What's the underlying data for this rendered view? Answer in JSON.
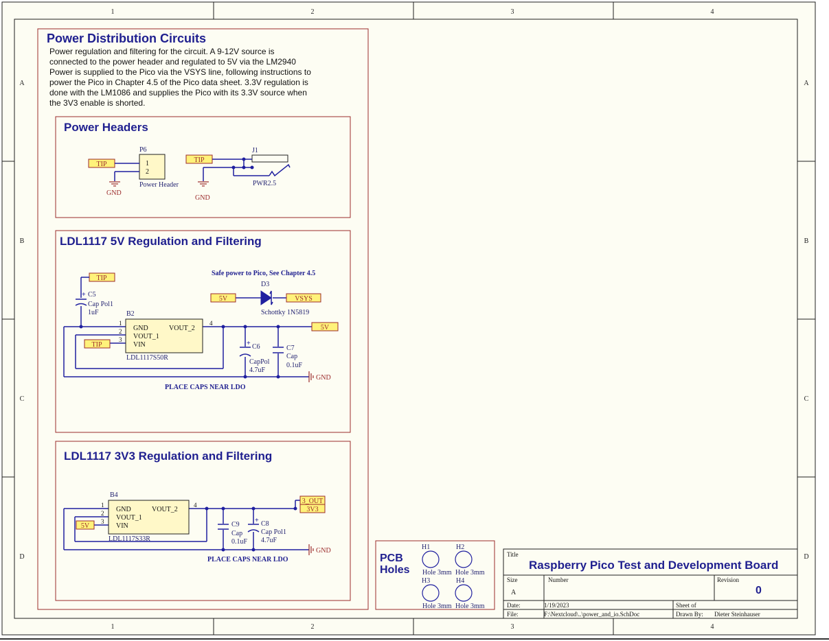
{
  "frame": {
    "columns": [
      "1",
      "2",
      "3",
      "4"
    ],
    "rows": [
      "A",
      "B",
      "C",
      "D"
    ]
  },
  "power_distribution": {
    "title": "Power Distribution Circuits",
    "description": [
      "Power regulation and filtering for the circuit. A 9-12V source is",
      "connected to the power header and regulated to 5V via the LM2940",
      "Power is supplied to the Pico via the VSYS line, following instructions to",
      "power the Pico in Chapter 4.5 of the Pico data sheet. 3.3V regulation is",
      "done with the LM1086 and supplies the Pico with its 3.3V source when",
      "the 3V3 enable is shorted."
    ]
  },
  "power_headers": {
    "title": "Power Headers",
    "p6_designator": "P6",
    "p6_pin1": "1",
    "p6_pin2": "2",
    "p6_name": "Power Header",
    "tip_port": "TIP",
    "gnd_label": "GND",
    "j1_designator": "J1",
    "j1_name": "PWR2.5",
    "tip_port_2": "TIP",
    "gnd_label_2": "GND"
  },
  "reg5v": {
    "title": "LDL1117 5V Regulation and Filtering",
    "tip_top": "TIP",
    "c5_designator": "C5",
    "c5_type": "Cap Pol1",
    "c5_value": "1uF",
    "safe_note": "Safe power to Pico, See Chapter 4.5",
    "d3_designator": "D3",
    "d3_name": "Schottky 1N5819",
    "port_5v": "5V",
    "port_vsys": "VSYS",
    "b2_designator": "B2",
    "b2_gnd": "GND",
    "b2_vout1": "VOUT_1",
    "b2_vin": "VIN",
    "b2_vout2": "VOUT_2",
    "b2_name": "LDL1117S50R",
    "pin1": "1",
    "pin2": "2",
    "pin3": "3",
    "pin4": "4",
    "tip_vin": "TIP",
    "port_5v_out": "5V",
    "c6_designator": "C6",
    "c6_type": "CapPol",
    "c6_value": "4.7uF",
    "c7_designator": "C7",
    "c7_type": "Cap",
    "c7_value": "0.1uF",
    "gnd_label": "GND",
    "note": "PLACE CAPS NEAR LDO"
  },
  "reg3v3": {
    "title": "LDL1117 3V3 Regulation and Filtering",
    "b4_designator": "B4",
    "b4_gnd": "GND",
    "b4_vout1": "VOUT_1",
    "b4_vin": "VIN",
    "b4_vout2": "VOUT_2",
    "b4_name": "LDL1117S33R",
    "pin1": "1",
    "pin2": "2",
    "pin3": "3",
    "pin4": "4",
    "port_5v": "5V",
    "port_3out": "3_OUT",
    "port_3v3": "3V3",
    "c9_designator": "C9",
    "c9_type": "Cap",
    "c9_value": "0.1uF",
    "c8_designator": "C8",
    "c8_type": "Cap Pol1",
    "c8_value": "4.7uF",
    "gnd_label": "GND",
    "note": "PLACE CAPS NEAR LDO"
  },
  "pcb_holes": {
    "title_line1": "PCB",
    "title_line2": "Holes",
    "h1": "H1",
    "h2": "H2",
    "h3": "H3",
    "h4": "H4",
    "h1_name": "Hole 3mm",
    "h2_name": "Hole 3mm",
    "h3_name": "Hole 3mm",
    "h4_name": "Hole 3mm"
  },
  "title_block": {
    "title_label": "Title",
    "title": "Raspberry Pico Test and Development Board",
    "size_label": "Size",
    "size_value": "A",
    "number_label": "Number",
    "revision_label": "Revision",
    "revision_value": "0",
    "date_label": "Date:",
    "date_value": "1/19/2023",
    "file_label": "File:",
    "file_value": "F:\\Nextcloud\\..\\power_and_io.SchDoc",
    "sheet_label": "Sheet   of",
    "drawn_label": "Drawn By:",
    "drawn_value": "Dieter Steinhauser"
  },
  "colors": {
    "frame_bg": "#fdfdf3",
    "frame_line": "#1f1f1f",
    "box_border": "#9b2b2b",
    "heading": "#1f1f8f",
    "wire": "#1f1f9f",
    "port_fill": "#fff27a",
    "port_border": "#9b2b2b",
    "power_symbol": "#9b2b2b",
    "component_text": "#1f1f6f",
    "junction": "#1f1f9f"
  }
}
